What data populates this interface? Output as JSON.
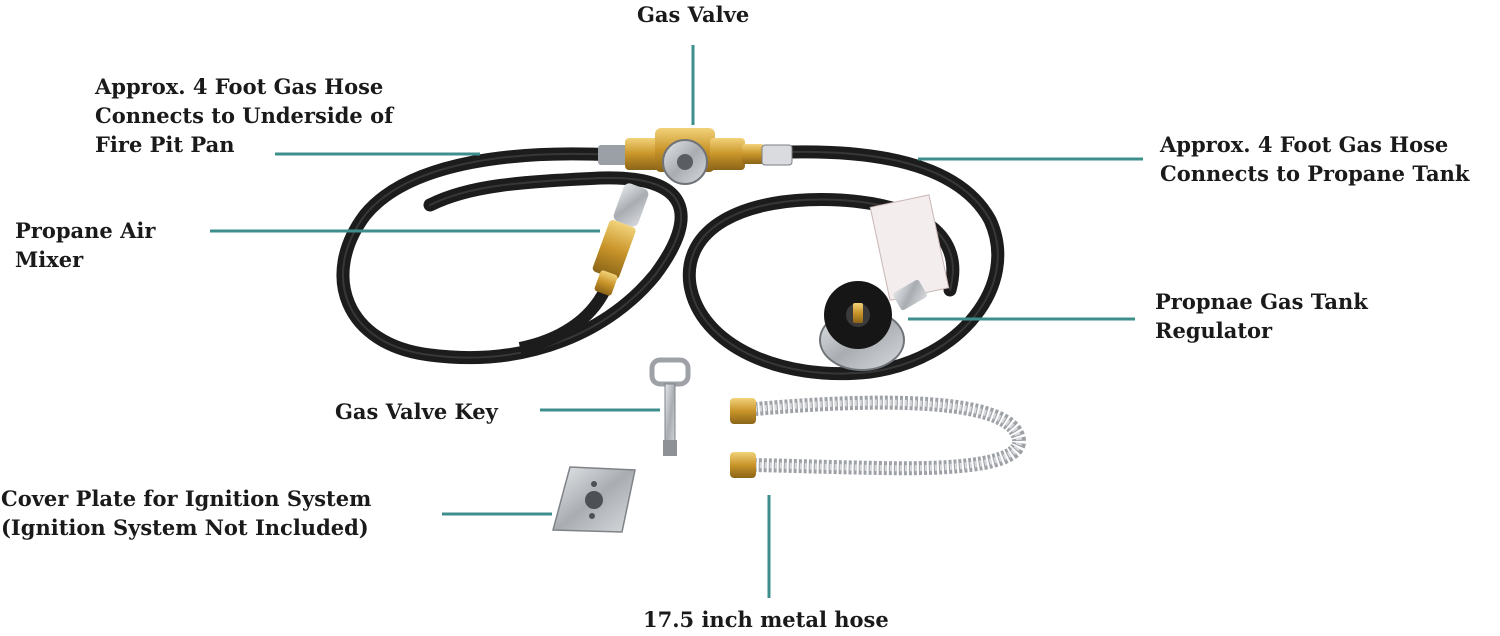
{
  "labels": {
    "gas_valve": [
      "Gas Valve"
    ],
    "hose_pan": [
      "Approx. 4 Foot Gas Hose",
      "Connects to Underside of",
      "Fire Pit Pan"
    ],
    "hose_tank": [
      "Approx. 4 Foot Gas Hose",
      "Connects to Propane Tank"
    ],
    "air_mixer": [
      "Propane Air",
      "Mixer"
    ],
    "regulator": [
      "Propnae Gas Tank",
      "Regulator"
    ],
    "valve_key": [
      "Gas Valve Key"
    ],
    "cover_plate": [
      "Cover Plate for Ignition System",
      "(Ignition System Not Included)"
    ],
    "metal_hose": [
      "17.5 inch metal hose"
    ]
  },
  "colors": {
    "leader_line": "#3e8f8c",
    "hose": "#1c1c1c",
    "brass": "#d4a53a",
    "steel": "#b9bcc0",
    "label_text": "#1a1a1a"
  }
}
